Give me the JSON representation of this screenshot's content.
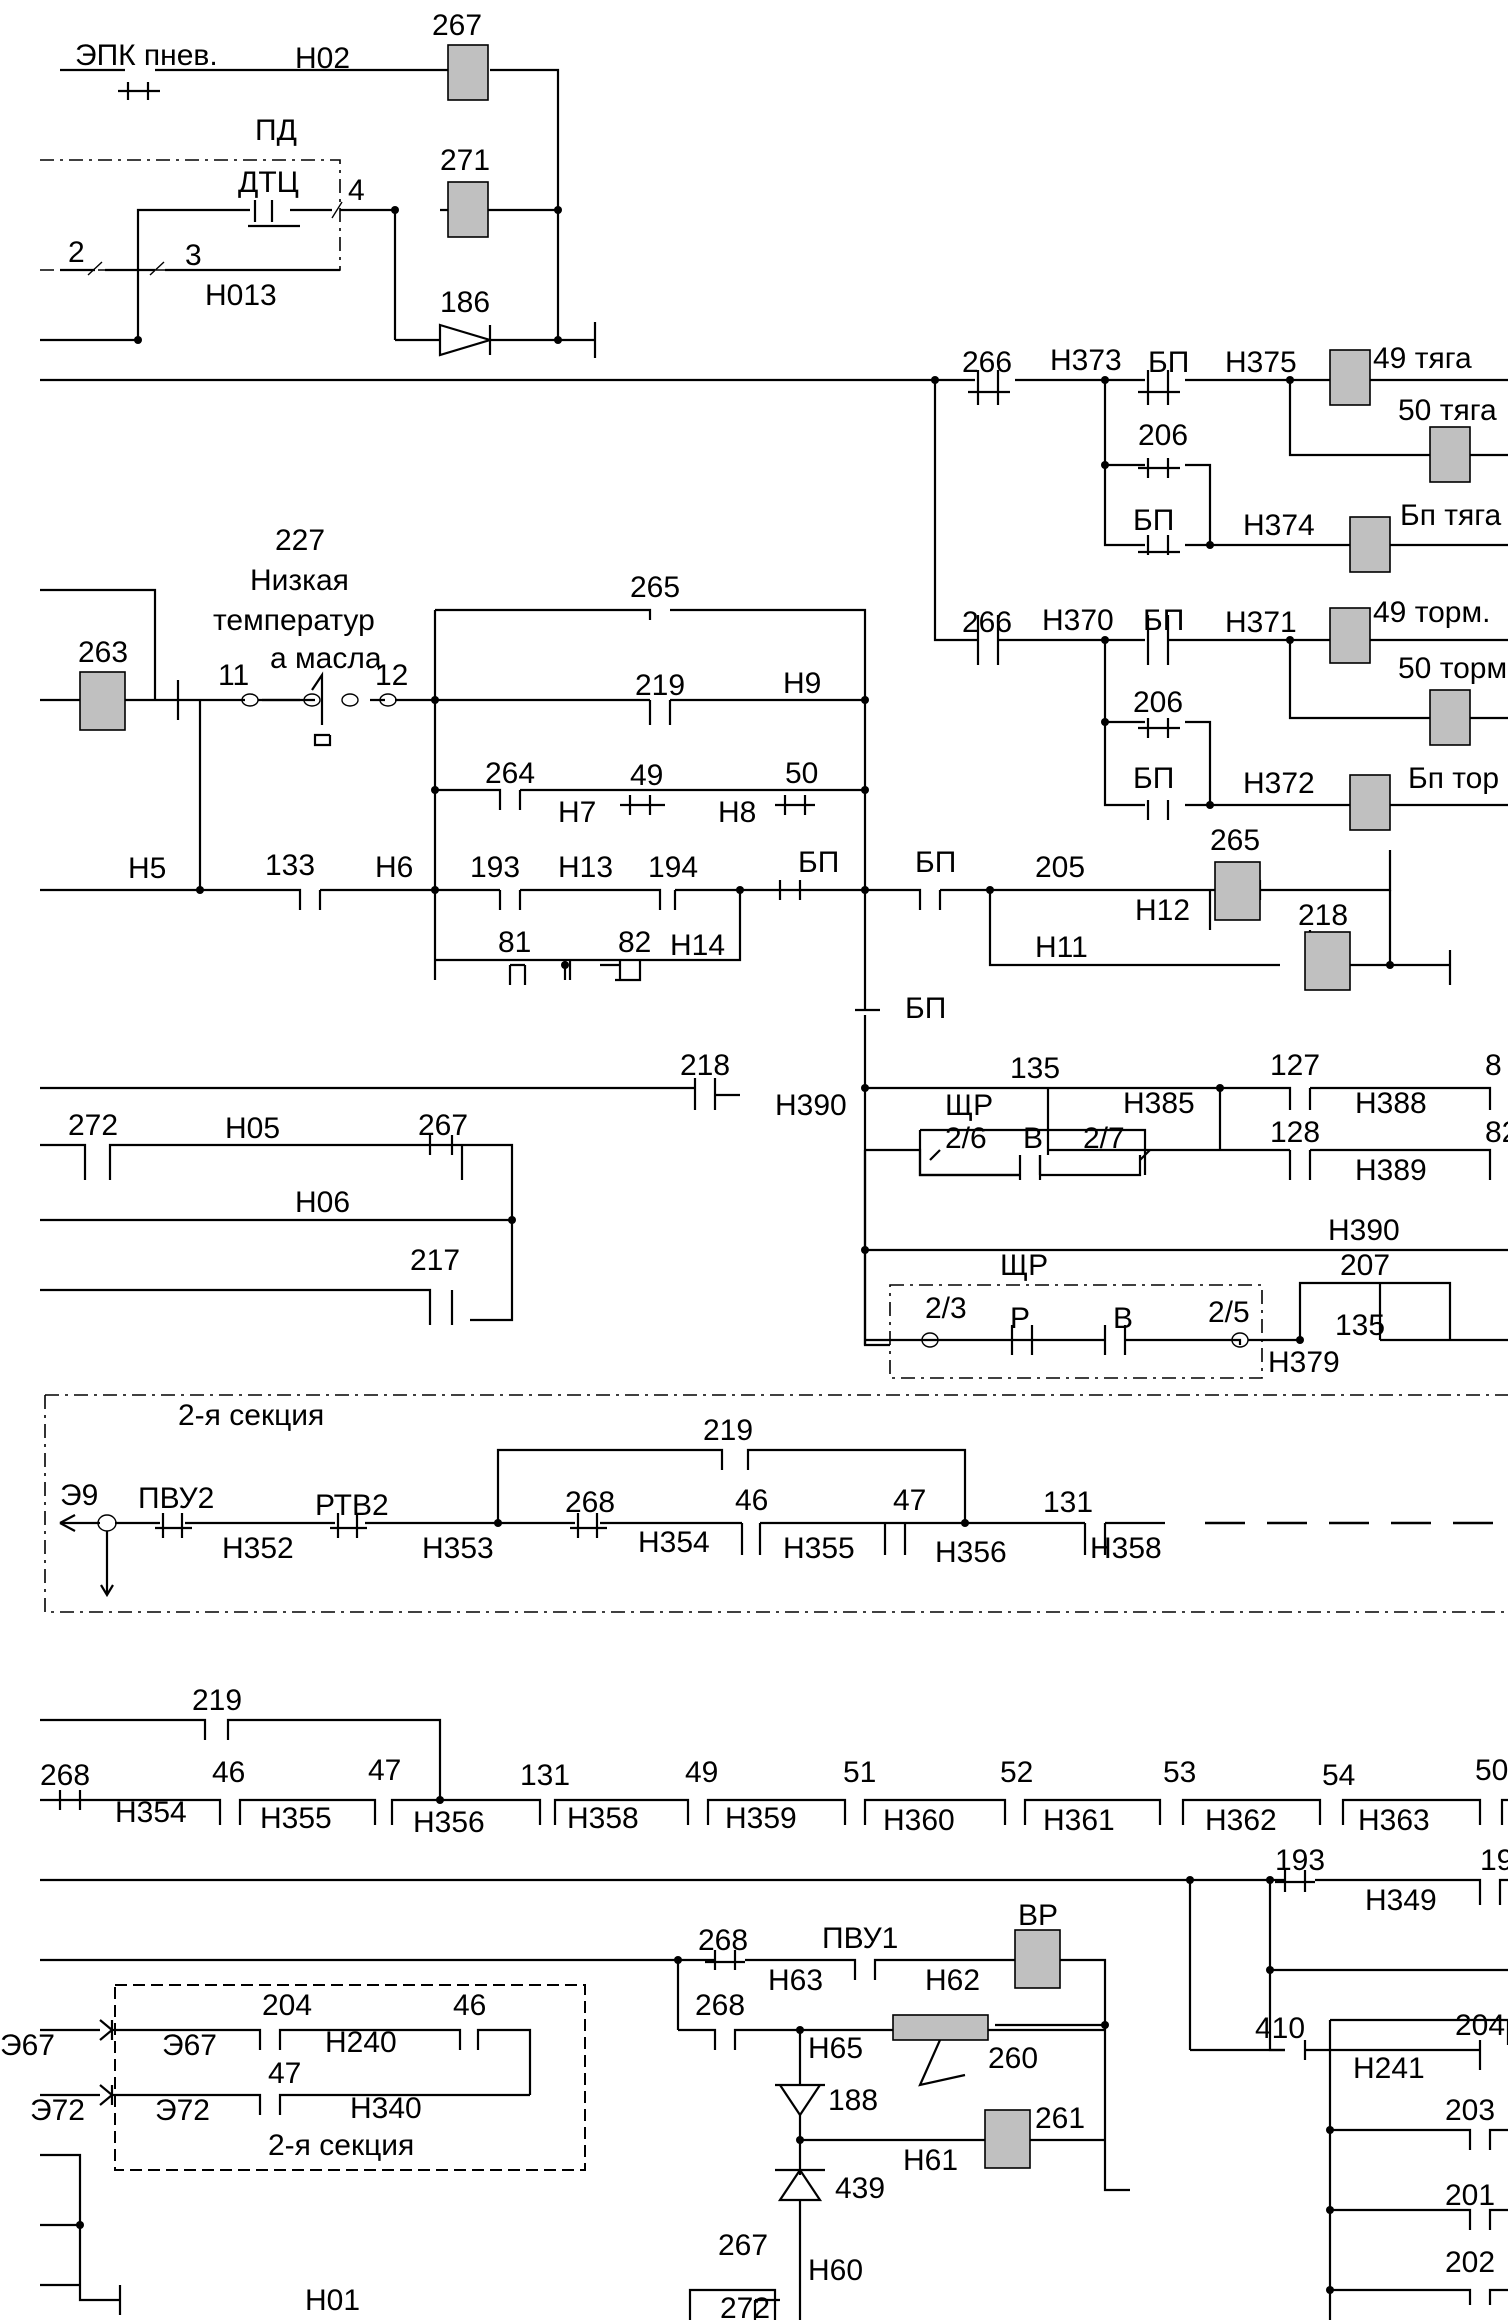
{
  "diagram": {
    "top": {
      "epk": "ЭПК пнев.",
      "n02": "Н02",
      "c267": "267",
      "pd": "ПД",
      "dtc": "ДТЦ",
      "t4": "4",
      "c271": "271",
      "t2": "2",
      "t3": "3",
      "n013": "Н013",
      "d186": "186"
    },
    "right_upper": {
      "c266a": "266",
      "n373": "Н373",
      "bp_a": "БП",
      "n375": "Н375",
      "tyaga49": "49 тяга",
      "tyaga50": "50 тяга",
      "c206a": "206",
      "bp_b": "БП",
      "n374": "Н374",
      "bp_tyaga": "Бп тяга",
      "c266b": "266",
      "n370": "Н370",
      "bp_c": "БП",
      "n371": "Н371",
      "torm49": "49 торм.",
      "torm50": "50 торм",
      "c206b": "206",
      "bp_d": "БП",
      "n372": "Н372",
      "bp_torm": "Бп тор"
    },
    "middle": {
      "c227": "227",
      "low1": "Низкая",
      "low2": "температур",
      "low3": "а масла",
      "c263": "263",
      "t11": "11",
      "t12": "12",
      "c265": "265",
      "c219": "219",
      "n9": "Н9",
      "c264": "264",
      "c49": "49",
      "c50": "50",
      "n7": "Н7",
      "n8": "Н8",
      "n5": "Н5",
      "c133": "133",
      "n6": "Н6",
      "c193": "193",
      "n13": "Н13",
      "c194": "194",
      "bp_e": "БП",
      "bp_f": "БП",
      "c205": "205",
      "c265b": "265",
      "n12": "Н12",
      "c218a": "218",
      "n11": "Н11",
      "c81": "81",
      "c82": "82",
      "n14": "Н14",
      "bp_g": "БП"
    },
    "middle_lower": {
      "c218": "218",
      "n390a": "Н390",
      "c135a": "135",
      "c127": "127",
      "c8": "8",
      "shr1": "ЩР",
      "n385": "Н385",
      "n388": "Н388",
      "t26": "2/6",
      "v1": "В",
      "t27": "2/7",
      "c128": "128",
      "c82b": "82",
      "n389": "Н389",
      "c272": "272",
      "n05": "Н05",
      "c267b": "267",
      "n06": "Н06",
      "c217": "217",
      "n390b": "Н390",
      "shr2": "ЩР",
      "c207": "207",
      "t23": "2/3",
      "r": "Р",
      "v2": "В",
      "t25": "2/5",
      "c135b": "135",
      "n379": "Н379"
    },
    "section2": {
      "title": "2-я секция",
      "e9": "Э9",
      "pvu2": "ПВУ2",
      "rtv2": "РТВ2",
      "c219": "219",
      "n352": "Н352",
      "n353": "Н353",
      "c268": "268",
      "n354": "Н354",
      "c46": "46",
      "n355": "Н355",
      "c47": "47",
      "n356": "Н356",
      "c131": "131",
      "n358": "Н358"
    },
    "row_lower": {
      "c219": "219",
      "c268": "268",
      "c46": "46",
      "c47": "47",
      "n354": "Н354",
      "n355": "Н355",
      "n356": "Н356",
      "c131": "131",
      "n358": "Н358",
      "c49": "49",
      "n359": "Н359",
      "c51": "51",
      "n360": "Н360",
      "c52": "52",
      "n361": "Н361",
      "c53": "53",
      "n362": "Н362",
      "c54": "54",
      "n363": "Н363",
      "c50": "50"
    },
    "bottom": {
      "c193": "193",
      "c19": "19",
      "n349": "Н349",
      "c268a": "268",
      "pvu1": "ПВУ1",
      "vr": "ВР",
      "n63": "Н63",
      "n62": "Н62",
      "c268b": "268",
      "n65": "Н65",
      "c260": "260",
      "c188": "188",
      "c261": "261",
      "n61": "Н61",
      "c439": "439",
      "c267": "267",
      "n60": "Н60",
      "c272": "272",
      "n01": "Н01",
      "e67": "Э67",
      "e67b": "Э67",
      "e72": "Э72",
      "e72b": "Э72",
      "c204": "204",
      "n240": "Н240",
      "c46": "46",
      "c47": "47",
      "n340": "Н340",
      "sec2": "2-я секция",
      "c410": "410",
      "c204b": "204",
      "n241": "Н241",
      "c203": "203",
      "c201": "201",
      "c202": "202"
    }
  }
}
